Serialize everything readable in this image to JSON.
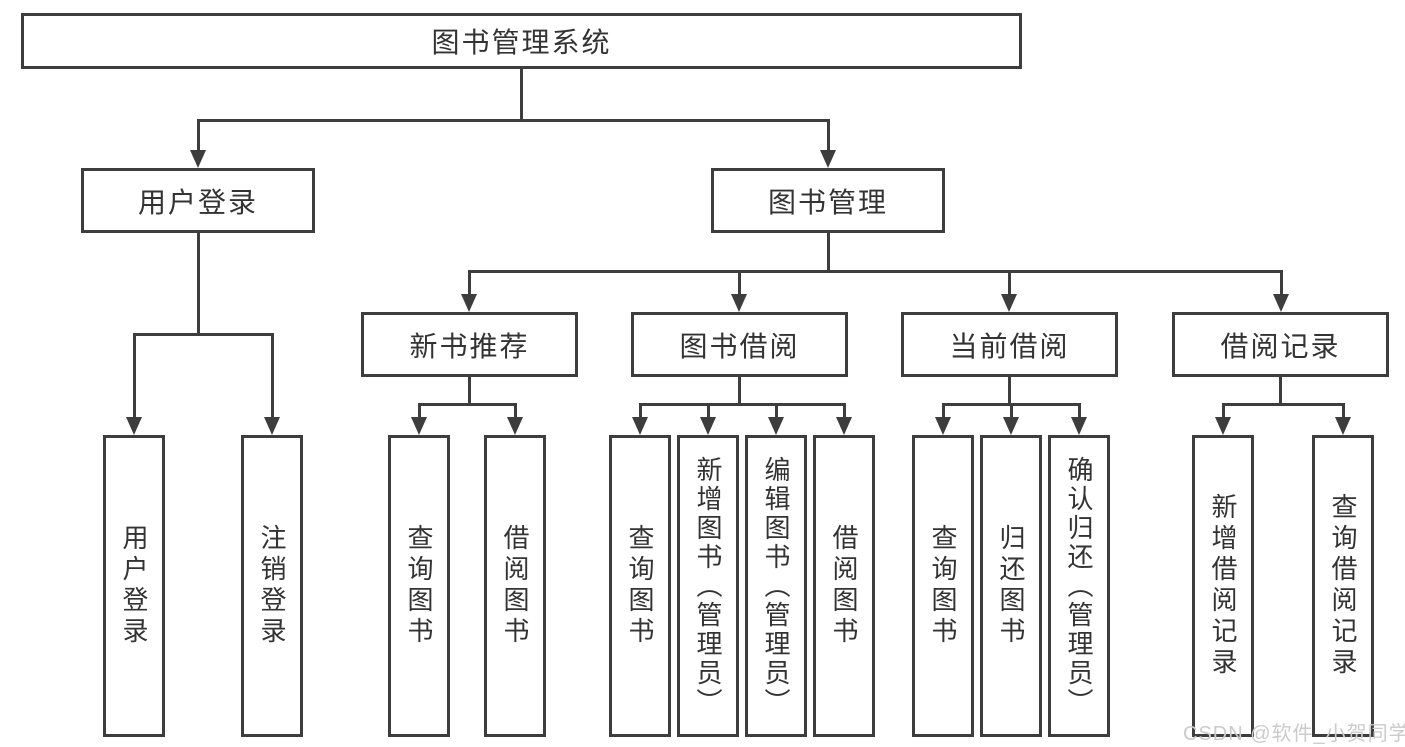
{
  "diagram": {
    "type": "hierarchy-tree",
    "root": "图书管理系统",
    "branches": [
      {
        "label": "用户登录",
        "children": [
          "用户登录",
          "注销登录"
        ]
      },
      {
        "label": "图书管理",
        "groups": [
          {
            "label": "新书推荐",
            "children": [
              "查询图书",
              "借阅图书"
            ]
          },
          {
            "label": "图书借阅",
            "children": [
              "查询图书",
              "新增图书（管理员）",
              "编辑图书（管理员）",
              "借阅图书"
            ]
          },
          {
            "label": "当前借阅",
            "children": [
              "查询图书",
              "归还图书",
              "确认归还（管理员）"
            ]
          },
          {
            "label": "借阅记录",
            "children": [
              "新增借阅记录",
              "查询借阅记录"
            ]
          }
        ]
      }
    ]
  },
  "watermark": {
    "text": "CSDN @软件_小贺同学",
    "color": "#cbcbcb"
  },
  "colors": {
    "line": "#3d3d3d",
    "text": "#333333",
    "background": "#ffffff",
    "box_fill": "#ffffff"
  }
}
